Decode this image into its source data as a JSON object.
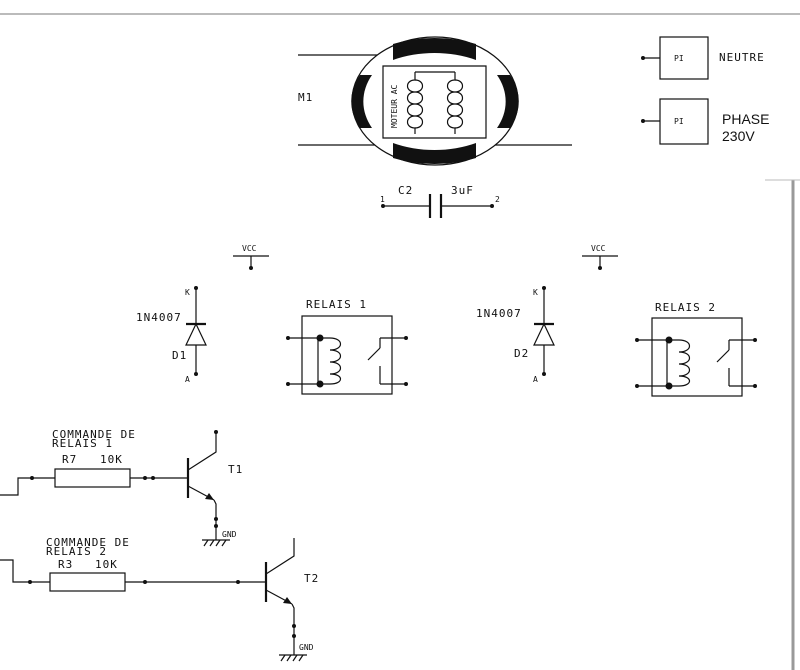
{
  "motor": {
    "designator": "M1",
    "body_text": "MOTEUR AC"
  },
  "capacitor": {
    "designator": "C2",
    "value": "3uF",
    "pin1": "1",
    "pin2": "2"
  },
  "terminals": [
    {
      "type": "PI",
      "label": "NEUTRE"
    },
    {
      "type": "PI",
      "label_line1": "PHASE",
      "label_line2": "230V"
    }
  ],
  "vcc_label": "VCC",
  "relays": [
    {
      "title": "RELAIS 1",
      "diode_part": "1N4007",
      "diode_ref": "D1",
      "cathode": "K",
      "anode": "A"
    },
    {
      "title": "RELAIS 2",
      "diode_part": "1N4007",
      "diode_ref": "D2",
      "cathode": "K",
      "anode": "A"
    }
  ],
  "drivers": [
    {
      "command_line1": "COMMANDE DE",
      "command_line2": "RELAIS 1",
      "resistor_ref": "R7",
      "resistor_value": "10K",
      "transistor_ref": "T1",
      "ground": "GND"
    },
    {
      "command_line1": "COMMANDE DE",
      "command_line2": "RELAIS 2",
      "resistor_ref": "R3",
      "resistor_value": "10K",
      "transistor_ref": "T2",
      "ground": "GND"
    }
  ]
}
